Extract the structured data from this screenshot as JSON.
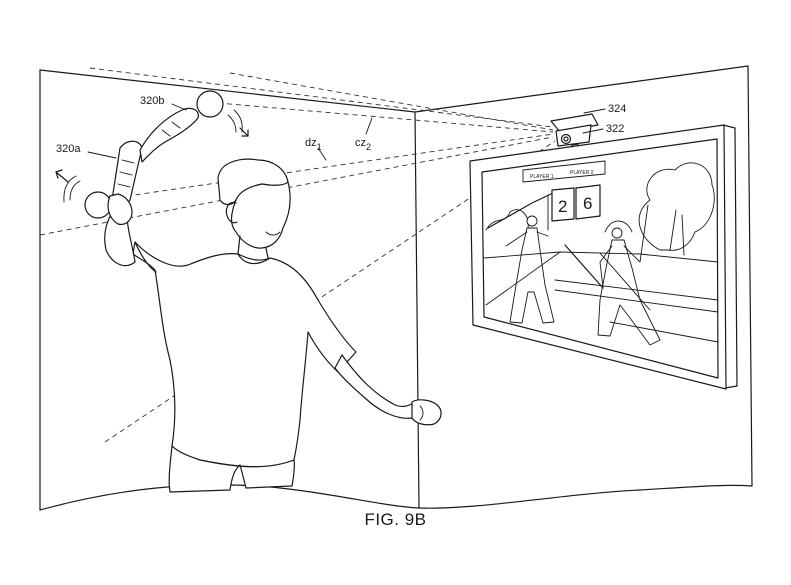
{
  "figure": {
    "caption": "FIG. 9B",
    "labels": {
      "controller_a": "320a",
      "controller_b": "320b",
      "camera": "324",
      "camera_lens": "322",
      "distance_1": "dz",
      "distance_1_sub": "1",
      "distance_2": "cz",
      "distance_2_sub": "2"
    },
    "scoreboard": {
      "player1_label": "PLAYER 1",
      "player2_label": "PLAYER 2",
      "player1_score": "2",
      "player2_score": "6"
    }
  }
}
